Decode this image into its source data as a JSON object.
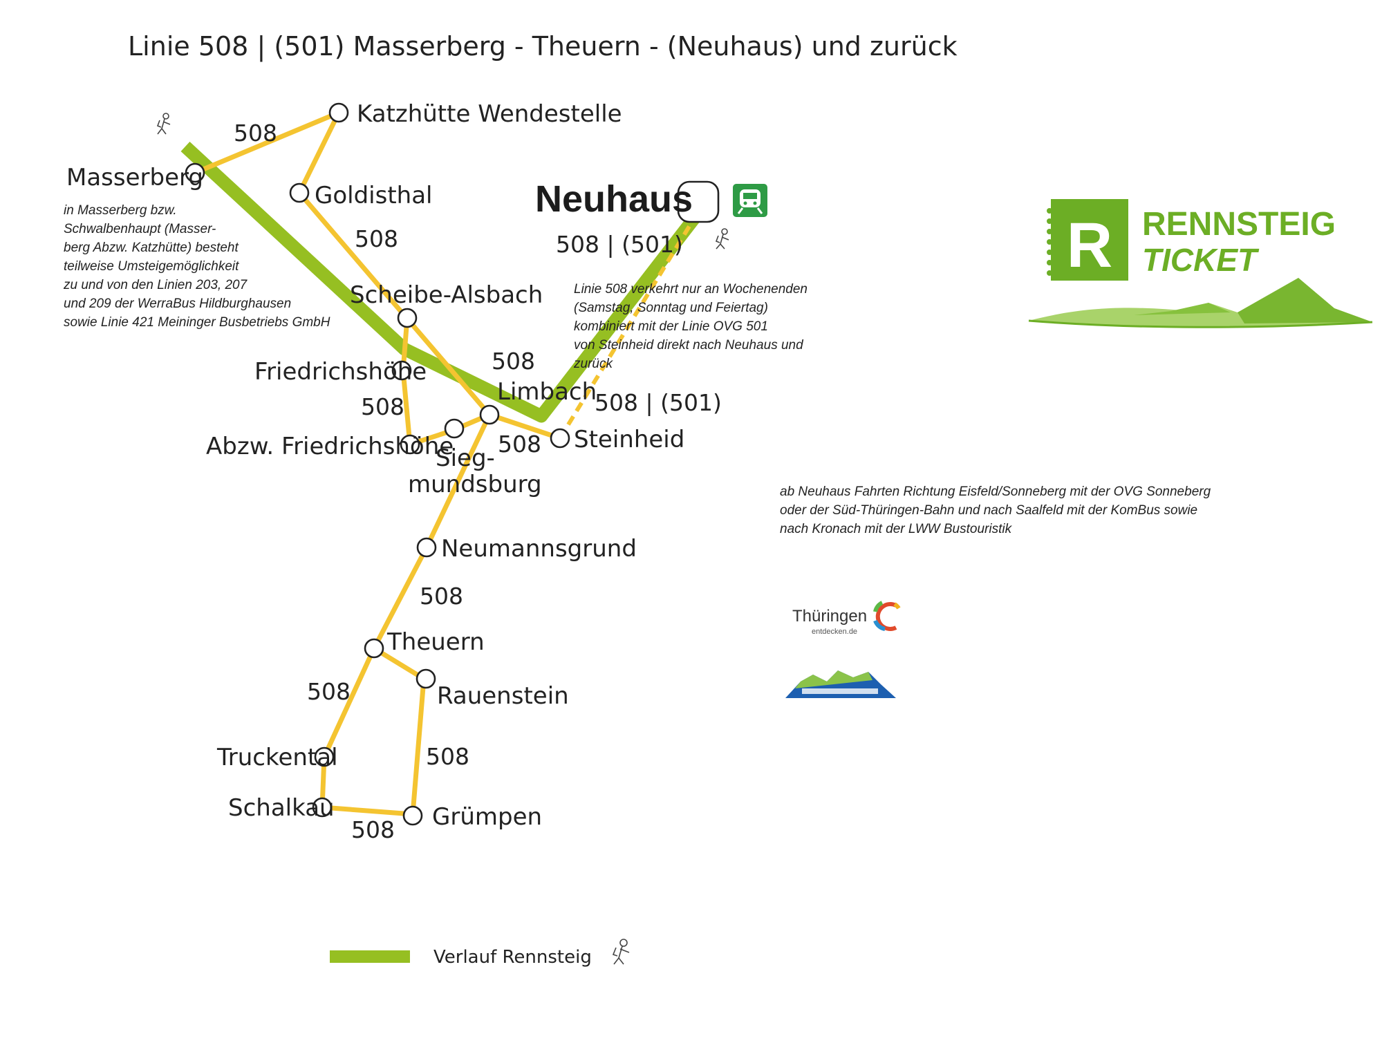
{
  "title": "Linie 508 | (501) Masserberg - Theuern - (Neuhaus) und zurück",
  "colors": {
    "rennsteig": "#96bf22",
    "bus_line": "#f4c431",
    "stop_stroke": "#222222",
    "logo_green": "#6cae25",
    "rail_badge": "#2e9b45"
  },
  "stops": {
    "katzhuette": "Katzhütte Wendestelle",
    "masserberg": "Masserberg",
    "goldisthal": "Goldisthal",
    "neuhaus": "Neuhaus",
    "scheibe": "Scheibe-Alsbach",
    "friedrichshoehe": "Friedrichshöhe",
    "limbach": "Limbach",
    "abzw_friedrichshoehe": "Abzw. Friedrichshöhe",
    "siegmundsburg_1": "Sieg-",
    "siegmundsburg_2": "mundsburg",
    "steinheid": "Steinheid",
    "neumannsgrund": "Neumannsgrund",
    "theuern": "Theuern",
    "rauenstein": "Rauenstein",
    "truckental": "Truckental",
    "schalkau": "Schalkau",
    "gruempen": "Grümpen"
  },
  "route_labels": {
    "l508": "508",
    "l508_501": "508 | (501)"
  },
  "notes": {
    "masserberg": [
      "in Masserberg bzw.",
      "Schwalbenhaupt (Masser-",
      "berg Abzw. Katzhütte) besteht",
      "teilweise Umsteigemöglichkeit",
      "zu und von den Linien 203, 207",
      "und 209 der WerraBus Hildburghausen",
      "sowie Linie 421 Meininger Busbetriebs GmbH"
    ],
    "weekend": [
      "Linie 508 verkehrt nur an Wochenenden",
      "(Samstag, Sonntag und Feiertag)",
      "kombiniert mit der Linie OVG 501",
      "von Steinheid direkt nach Neuhaus und",
      "zurück"
    ],
    "neuhaus": [
      "ab Neuhaus Fahrten Richtung Eisfeld/Sonneberg mit der OVG Sonneberg",
      "oder der Süd-Thüringen-Bahn und nach Saalfeld mit der KomBus sowie",
      "nach Kronach mit der LWW Bustouristik"
    ]
  },
  "logo": {
    "letter": "R",
    "line1": "RENNSTEIG",
    "line2": "TICKET"
  },
  "thueringen_logo": {
    "name": "Thüringen",
    "sub": "entdecken.de"
  },
  "legend": {
    "rennsteig": "Verlauf Rennsteig"
  },
  "icons": {
    "hiker": "hiker-icon",
    "rail": "train-icon"
  }
}
